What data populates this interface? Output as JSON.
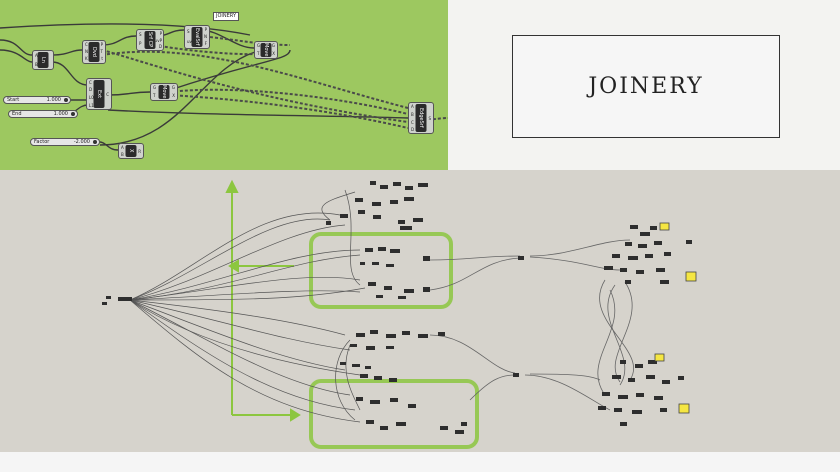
{
  "slide": {
    "title": "JOINERY"
  },
  "canvas_top": {
    "group_label": "JOINERY",
    "components": [
      {
        "label": "Ln",
        "inputs": [
          "A",
          "B"
        ],
        "outputs": [
          "L"
        ]
      },
      {
        "label": "Dvd",
        "inputs": [
          "C",
          "N",
          "K"
        ],
        "outputs": [
          "P",
          "T",
          "t"
        ]
      },
      {
        "label": "Srf CP",
        "inputs": [
          "S",
          "P"
        ],
        "outputs": [
          "P",
          "uvP",
          "D"
        ]
      },
      {
        "label": "EvalSrf",
        "inputs": [
          "S",
          "uv"
        ],
        "outputs": [
          "P",
          "N",
          "F"
        ]
      },
      {
        "label": "Move",
        "inputs": [
          "G",
          "T"
        ],
        "outputs": [
          "G",
          "X"
        ]
      },
      {
        "label": "Ext",
        "inputs": [
          "C",
          "D",
          "L0",
          "L1"
        ],
        "outputs": [
          "C"
        ]
      },
      {
        "label": "Move",
        "inputs": [
          "G",
          "T"
        ],
        "outputs": [
          "G",
          "X"
        ]
      },
      {
        "label": "EdgeSrf",
        "inputs": [
          "A",
          "B",
          "C",
          "D"
        ],
        "outputs": [
          "S"
        ]
      },
      {
        "label": "X",
        "inputs": [
          "A",
          "B"
        ],
        "outputs": [
          "R"
        ]
      }
    ],
    "sliders": [
      {
        "label": "Start",
        "value": "1.000"
      },
      {
        "label": "End",
        "value": "1.000"
      },
      {
        "label": "Factor",
        "value": "-2.000"
      }
    ]
  },
  "canvas_bottom": {
    "description_colors": {
      "highlight": "#8cc63f",
      "note": "#f5e642"
    }
  }
}
